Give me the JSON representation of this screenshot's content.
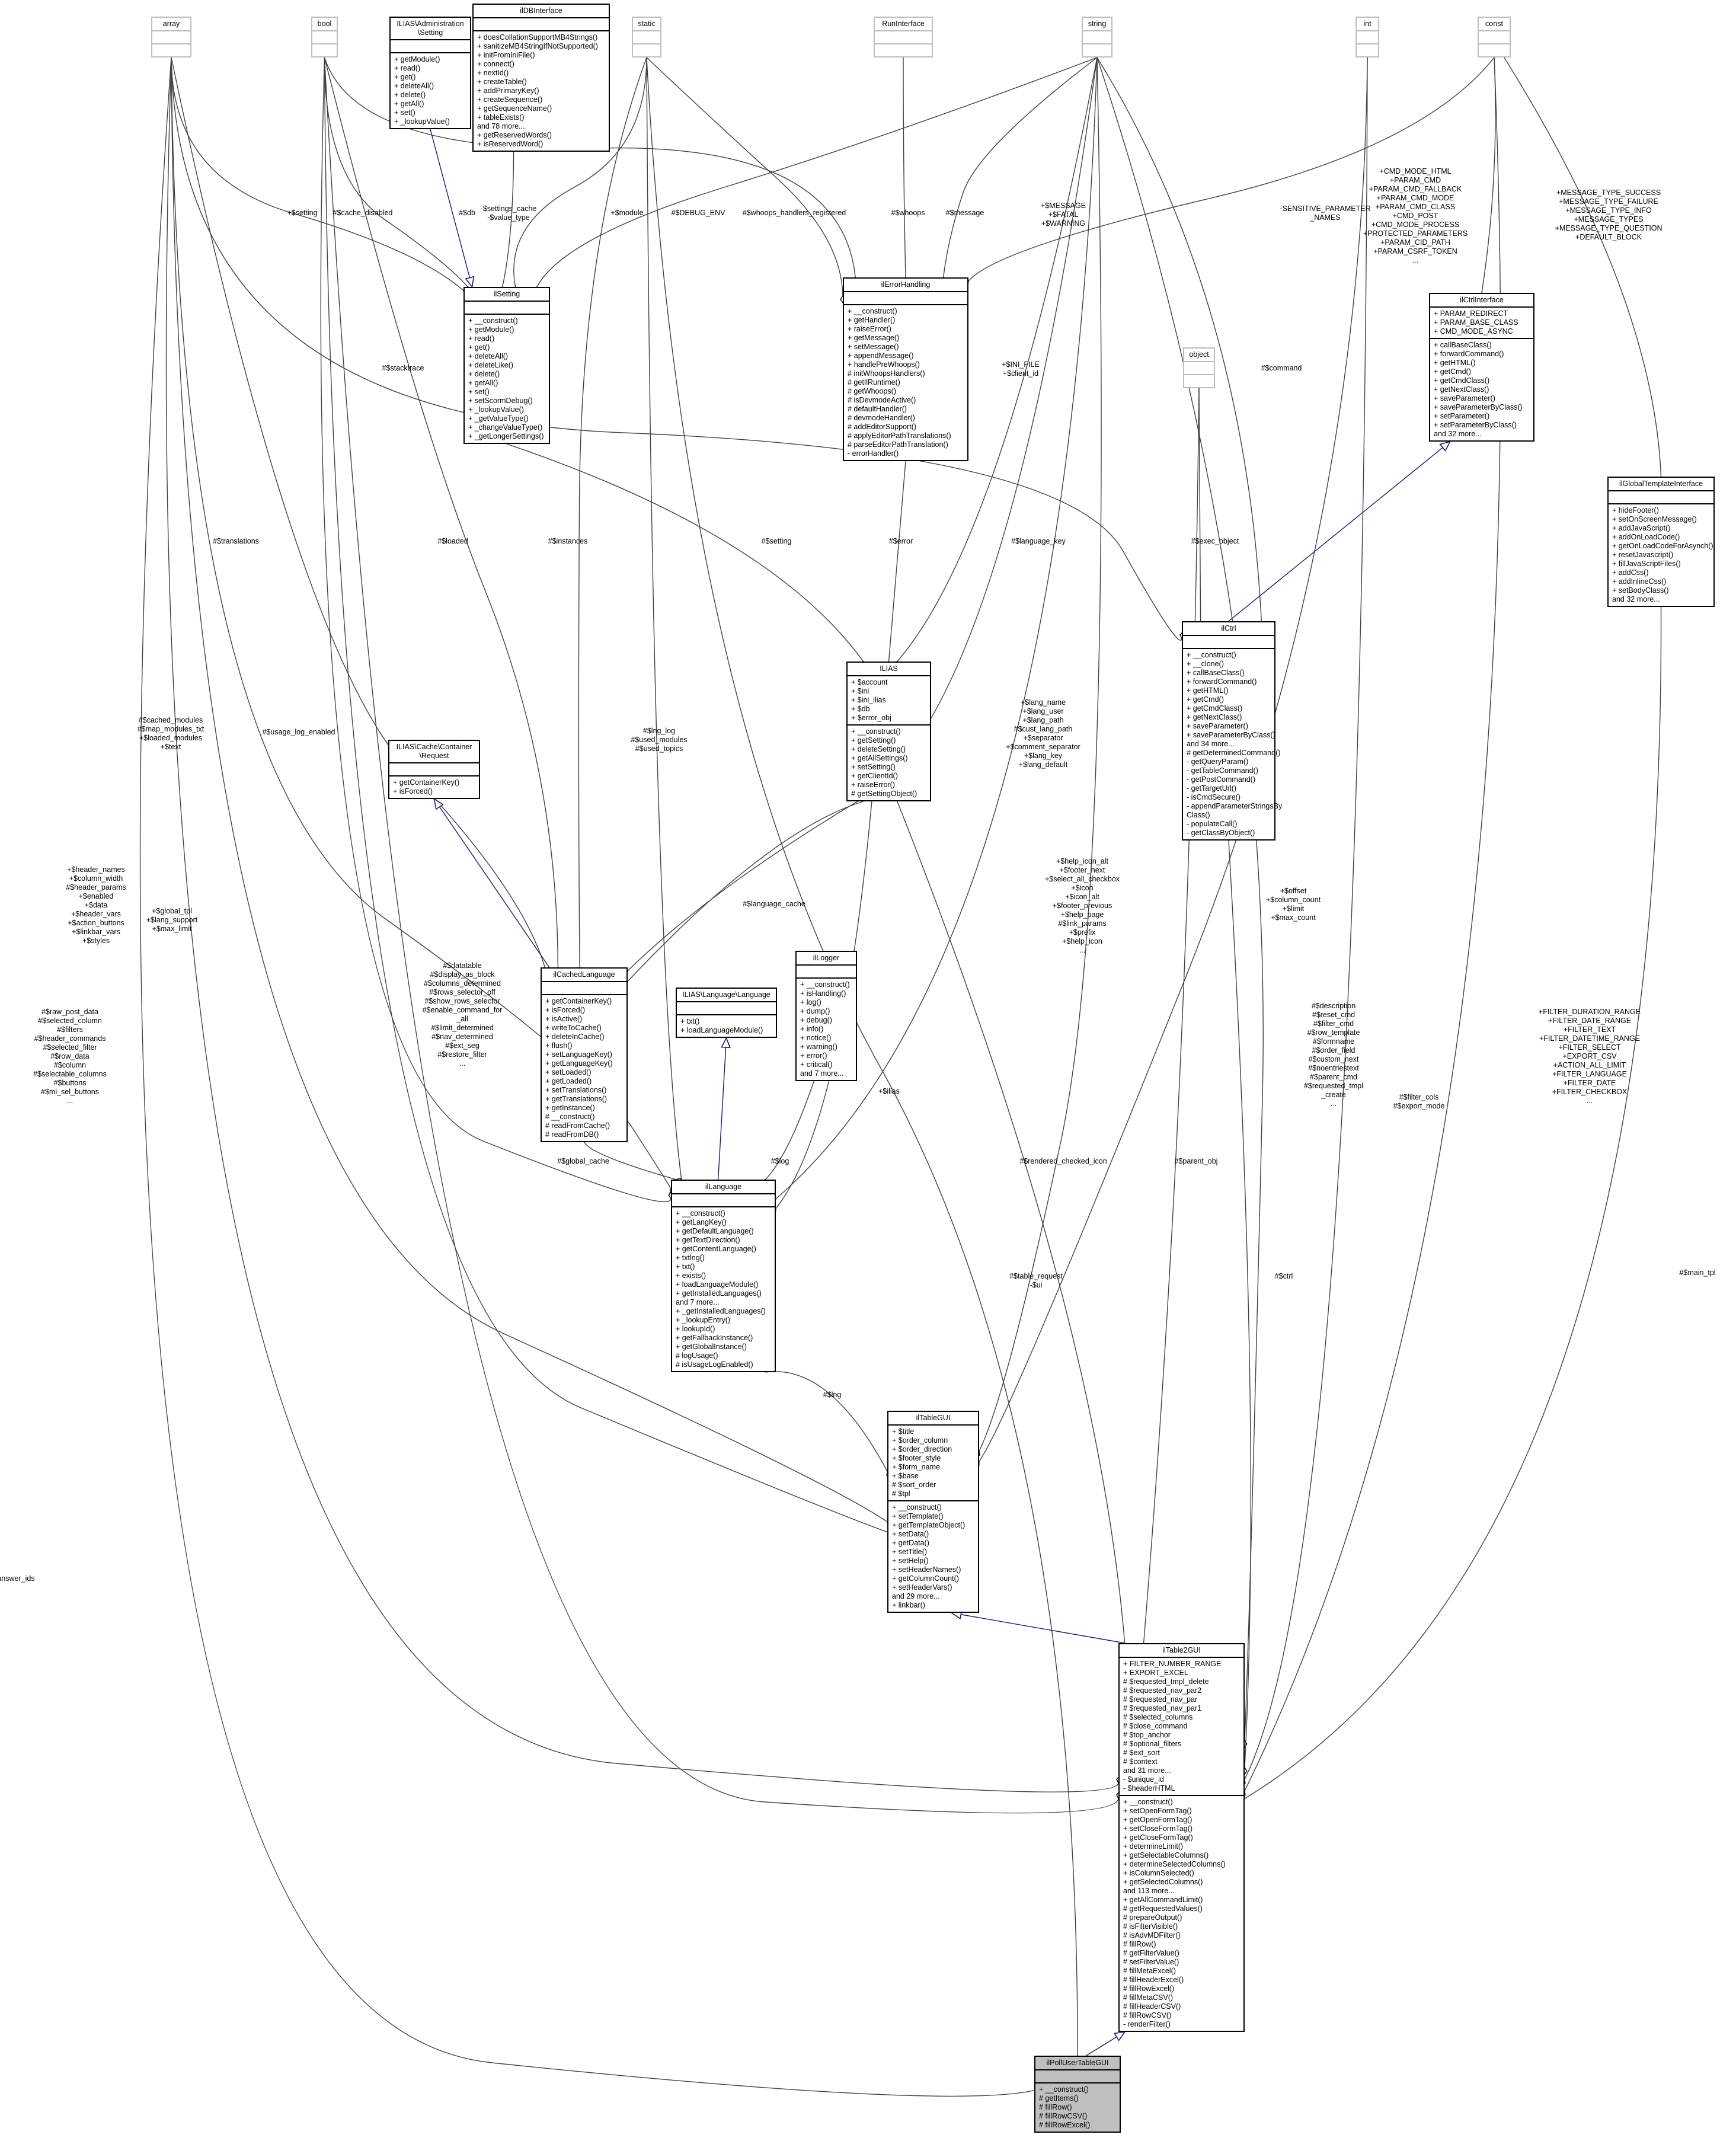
{
  "nodes": [
    {
      "id": "array",
      "title": "array",
      "placeholder": true,
      "attributes": [],
      "methods": []
    },
    {
      "id": "bool",
      "title": "bool",
      "placeholder": true,
      "attributes": [],
      "methods": []
    },
    {
      "id": "setting_if",
      "title": "ILIAS\\Administration\n\\Setting",
      "attributes": [],
      "methods": [
        "+ getModule()",
        "+ read()",
        "+ get()",
        "+ deleteAll()",
        "+ delete()",
        "+ getAll()",
        "+ set()",
        "+ _lookupValue()"
      ]
    },
    {
      "id": "dbif",
      "title": "ilDBInterface",
      "attributes": [],
      "methods": [
        "+ doesCollationSupportMB4Strings()",
        "+ sanitizeMB4StringIfNotSupported()",
        "+ initFromIniFile()",
        "+ connect()",
        "+ nextId()",
        "+ createTable()",
        "+ addPrimaryKey()",
        "+ createSequence()",
        "+ getSequenceName()",
        "+ tableExists()",
        "and 78 more...",
        "+ getReservedWords()",
        "+ isReservedWord()"
      ]
    },
    {
      "id": "static",
      "title": "static",
      "placeholder": true,
      "attributes": [],
      "methods": []
    },
    {
      "id": "runif",
      "title": "RunInterface",
      "placeholder": true,
      "attributes": [],
      "methods": []
    },
    {
      "id": "string",
      "title": "string",
      "placeholder": true,
      "attributes": [],
      "methods": []
    },
    {
      "id": "int",
      "title": "int",
      "placeholder": true,
      "attributes": [],
      "methods": []
    },
    {
      "id": "const",
      "title": "const",
      "placeholder": true,
      "attributes": [],
      "methods": []
    },
    {
      "id": "ilSetting",
      "title": "ilSetting",
      "attributes": [],
      "methods": [
        "+ __construct()",
        "+ getModule()",
        "+ read()",
        "+ get()",
        "+ deleteAll()",
        "+ deleteLike()",
        "+ delete()",
        "+ getAll()",
        "+ set()",
        "+ setScormDebug()",
        "+ _lookupValue()",
        "+ _getValueType()",
        "+ _changeValueType()",
        "+ _getLongerSettings()"
      ]
    },
    {
      "id": "ilErrorHandling",
      "title": "ilErrorHandling",
      "attributes": [],
      "methods": [
        "+ __construct()",
        "+ getHandler()",
        "+ raiseError()",
        "+ getMessage()",
        "+ setMessage()",
        "+ appendMessage()",
        "+ handlePreWhoops()",
        "# initWhoopsHandlers()",
        "# getIlRuntime()",
        "# getWhoops()",
        "# isDevmodeActive()",
        "# defaultHandler()",
        "# devmodeHandler()",
        "# addEditorSupport()",
        "# applyEditorPathTranslations()",
        "# parseEditorPathTranslation()",
        "- errorHandler()"
      ]
    },
    {
      "id": "ilCtrlInterface",
      "title": "ilCtrlInterface",
      "attributes": [
        "+ PARAM_REDIRECT",
        "+ PARAM_BASE_CLASS",
        "+ CMD_MODE_ASYNC"
      ],
      "methods": [
        "+ callBaseClass()",
        "+ forwardCommand()",
        "+ getHTML()",
        "+ getCmd()",
        "+ getCmdClass()",
        "+ getNextClass()",
        "+ saveParameter()",
        "+ saveParameterByClass()",
        "+ setParameter()",
        "+ setParameterByClass()",
        "and 32 more..."
      ]
    },
    {
      "id": "object",
      "title": "object",
      "placeholder": true,
      "attributes": [],
      "methods": []
    },
    {
      "id": "ilGlobalTemplateInterface",
      "title": "ilGlobalTemplateInterface",
      "attributes": [],
      "methods": [
        "+ hideFooter()",
        "+ setOnScreenMessage()",
        "+ addJavaScript()",
        "+ addOnLoadCode()",
        "+ getOnLoadCodeForAsynch()",
        "+ resetJavascript()",
        "+ fillJavaScriptFiles()",
        "+ addCss()",
        "+ addInlineCss()",
        "+ setBodyClass()",
        "and 32 more..."
      ]
    },
    {
      "id": "ilCtrl",
      "title": "ilCtrl",
      "attributes": [],
      "methods": [
        "+ __construct()",
        "+ __clone()",
        "+ callBaseClass()",
        "+ forwardCommand()",
        "+ getHTML()",
        "+ getCmd()",
        "+ getCmdClass()",
        "+ getNextClass()",
        "+ saveParameter()",
        "+ saveParameterByClass()",
        "and 34 more...",
        "# getDeterminedCommand()",
        "- getQueryParam()",
        "- getTableCommand()",
        "- getPostCommand()",
        "- getTargetUrl()",
        "- isCmdSecure()",
        "- appendParameterStringsBy\nClass()",
        "- populateCall()",
        "- getClassByObject()"
      ]
    },
    {
      "id": "ILIAS",
      "title": "ILIAS",
      "attributes": [
        "+ $account",
        "+ $ini",
        "+ $ini_ilias",
        "+ $db",
        "+ $error_obj"
      ],
      "methods": [
        "+ __construct()",
        "+ getSetting()",
        "+ deleteSetting()",
        "+ getAllSettings()",
        "+ setSetting()",
        "+ getClientId()",
        "+ raiseError()",
        "# getSettingObject()"
      ]
    },
    {
      "id": "cacheRequest",
      "title": "ILIAS\\Cache\\Container\n\\Request",
      "attributes": [],
      "methods": [
        "+ getContainerKey()",
        "+ isForced()"
      ]
    },
    {
      "id": "ilCachedLanguage",
      "title": "ilCachedLanguage",
      "attributes": [],
      "methods": [
        "+ getContainerKey()",
        "+ isForced()",
        "+ isActive()",
        "+ writeToCache()",
        "+ deleteInCache()",
        "+ flush()",
        "+ setLanguageKey()",
        "+ getLanguageKey()",
        "+ setLoaded()",
        "+ getLoaded()",
        "+ setTranslations()",
        "+ getTranslations()",
        "+ getInstance()",
        "# __construct()",
        "# readFromCache()",
        "# readFromDB()"
      ]
    },
    {
      "id": "langLanguage",
      "title": "ILIAS\\Language\\Language",
      "attributes": [],
      "methods": [
        "+ txt()",
        "+ loadLanguageModule()"
      ]
    },
    {
      "id": "ilLogger",
      "title": "ilLogger",
      "attributes": [],
      "methods": [
        "+ __construct()",
        "+ isHandling()",
        "+ log()",
        "+ dump()",
        "+ debug()",
        "+ info()",
        "+ notice()",
        "+ warning()",
        "+ error()",
        "+ critical()",
        "and 7 more..."
      ]
    },
    {
      "id": "ilLanguage",
      "title": "ilLanguage",
      "attributes": [],
      "methods": [
        "+ __construct()",
        "+ getLangKey()",
        "+ getDefaultLanguage()",
        "+ getTextDirection()",
        "+ getContentLanguage()",
        "+ txtlng()",
        "+ txt()",
        "+ exists()",
        "+ loadLanguageModule()",
        "+ getInstalledLanguages()",
        "and 7 more...",
        "+ _getInstalledLanguages()",
        "+ _lookupEntry()",
        "+ lookupId()",
        "+ getFallbackInstance()",
        "+ getGlobalInstance()",
        "# logUsage()",
        "# isUsageLogEnabled()"
      ]
    },
    {
      "id": "ilTableGUI",
      "title": "ilTableGUI",
      "attributes": [
        "+ $title",
        "+ $order_column",
        "+ $order_direction",
        "+ $footer_style",
        "+ $form_name",
        "+ $base",
        "# $sort_order",
        "# $tpl"
      ],
      "methods": [
        "+ __construct()",
        "+ setTemplate()",
        "+ getTemplateObject()",
        "+ setData()",
        "+ getData()",
        "+ setTitle()",
        "+ setHelp()",
        "+ setHeaderNames()",
        "+ getColumnCount()",
        "+ setHeaderVars()",
        "and 29 more...",
        "+ linkbar()"
      ]
    },
    {
      "id": "ilTable2GUI",
      "title": "ilTable2GUI",
      "attributes": [
        "+ FILTER_NUMBER_RANGE",
        "+ EXPORT_EXCEL",
        "# $requested_tmpl_delete",
        "# $requested_nav_par2",
        "# $requested_nav_par",
        "# $requested_nav_par1",
        "# $selected_columns",
        "# $close_command",
        "# $top_anchor",
        "# $optional_filters",
        "# $ext_sort",
        "# $context",
        "and 31 more...",
        "- $unique_id",
        "- $headerHTML"
      ],
      "methods": [
        "+ __construct()",
        "+ setOpenFormTag()",
        "+ getOpenFormTag()",
        "+ setCloseFormTag()",
        "+ getCloseFormTag()",
        "+ determineLimit()",
        "+ getSelectableColumns()",
        "+ determineSelectedColumns()",
        "+ isColumnSelected()",
        "+ getSelectedColumns()",
        "and 113 more...",
        "+ getAllCommandLimit()",
        "# getRequestedValues()",
        "# prepareOutput()",
        "# isFilterVisible()",
        "# isAdvMDFilter()",
        "# fillRow()",
        "# getFilterValue()",
        "# setFilterValue()",
        "# fillMetaExcel()",
        "# fillHeaderExcel()",
        "# fillRowExcel()",
        "# fillMetaCSV()",
        "# fillHeaderCSV()",
        "# fillRowCSV()",
        "- renderFilter()"
      ]
    },
    {
      "id": "ilPollUserTableGUI",
      "title": "ilPollUserTableGUI",
      "highlight": true,
      "attributes": [],
      "methods": [
        "+ __construct()",
        "# getItems()",
        "# fillRow()",
        "# fillRowCSV()",
        "# fillRowExcel()"
      ]
    }
  ],
  "edge_labels": [
    {
      "id": "e_setting",
      "text": "+$setting"
    },
    {
      "id": "e_cache_disabled",
      "text": "#$cache_disabled"
    },
    {
      "id": "e_db",
      "text": "#$db"
    },
    {
      "id": "e_settings_cache",
      "text": "-$settings_cache\n-$value_type"
    },
    {
      "id": "e_module",
      "text": "+$module"
    },
    {
      "id": "e_debug_env",
      "text": "#$DEBUG_ENV"
    },
    {
      "id": "e_whoops_reg",
      "text": "#$whoops_handlers_registered"
    },
    {
      "id": "e_whoops",
      "text": "#$whoops"
    },
    {
      "id": "e_message",
      "text": "#$message"
    },
    {
      "id": "e_msg_fatal",
      "text": "+$MESSAGE\n+$FATAL\n+$WARNING"
    },
    {
      "id": "e_sensitive",
      "text": "-SENSITIVE_PARAMETER\n_NAMES"
    },
    {
      "id": "e_cmd_consts",
      "text": "+CMD_MODE_HTML\n+PARAM_CMD\n+PARAM_CMD_FALLBACK\n+PARAM_CMD_MODE\n+PARAM_CMD_CLASS\n+CMD_POST\n+CMD_MODE_PROCESS\n+PROTECTED_PARAMETERS\n+PARAM_CID_PATH\n+PARAM_CSRF_TOKEN\n..."
    },
    {
      "id": "e_msg_types",
      "text": "+MESSAGE_TYPE_SUCCESS\n+MESSAGE_TYPE_FAILURE\n+MESSAGE_TYPE_INFO\n+MESSAGE_TYPES\n+MESSAGE_TYPE_QUESTION\n+DEFAULT_BLOCK"
    },
    {
      "id": "e_stacktrace",
      "text": "#$stacktrace"
    },
    {
      "id": "e_ini_file",
      "text": "+$INI_FILE\n+$client_id"
    },
    {
      "id": "e_command",
      "text": "#$command"
    },
    {
      "id": "e_translations",
      "text": "#$translations"
    },
    {
      "id": "e_loaded",
      "text": "#$loaded"
    },
    {
      "id": "e_instances",
      "text": "#$instances"
    },
    {
      "id": "e_setting2",
      "text": "#$setting"
    },
    {
      "id": "e_error",
      "text": "#$error"
    },
    {
      "id": "e_language_key",
      "text": "#$language_key"
    },
    {
      "id": "e_exec_object",
      "text": "#$exec_object"
    },
    {
      "id": "e_cached_modules",
      "text": "#$cached_modules\n#$map_modules_txt\n+$loaded_modules\n+$text"
    },
    {
      "id": "e_usage_log",
      "text": "#$usage_log_enabled"
    },
    {
      "id": "e_lng_log",
      "text": "#$lng_log\n#$used_modules\n#$used_topics"
    },
    {
      "id": "e_lang_name",
      "text": "+$lang_name\n+$lang_user\n+$lang_path\n#$cust_lang_path\n+$separator\n+$comment_separator\n+$lang_key\n+$lang_default"
    },
    {
      "id": "e_language_cache",
      "text": "#$language_cache"
    },
    {
      "id": "e_help_icon",
      "text": "+$help_icon_alt\n+$footer_next\n+$select_all_checkbox\n+$icon\n+$icon_alt\n+$footer_previous\n+$help_page\n#$link_params\n+$prefix\n+$help_icon\n..."
    },
    {
      "id": "e_offset",
      "text": "+$offset\n+$column_count\n+$limit\n+$max_count"
    },
    {
      "id": "e_header_names",
      "text": "+$header_names\n+$column_width\n#$header_params\n+$enabled\n+$data\n+$header_vars\n+$action_buttons\n+$linkbar_vars\n+$styles"
    },
    {
      "id": "e_global_tpl",
      "text": "+$global_tpl\n+$lang_support\n+$max_limit"
    },
    {
      "id": "e_datatable",
      "text": "#$datatable\n#$display_as_block\n#$columns_determined\n#$rows_selector_off\n#$show_rows_selector\n#$enable_command_for\n_all\n#$limit_determined\n#$nav_determined\n#$ext_seg\n#$restore_filter\n..."
    },
    {
      "id": "e_ilias",
      "text": "+$ilias"
    },
    {
      "id": "e_raw_post",
      "text": "#$raw_post_data\n#$selected_column\n#$filters\n#$header_commands\n#$selected_filter\n#$row_data\n#$column\n#$selectable_columns\n#$buttons\n#$mi_sel_buttons\n..."
    },
    {
      "id": "e_description",
      "text": "#$description\n#$reset_cmd\n#$filter_cmd\n#$row_template\n#$formname\n#$order_field\n#$custom_next\n#$noentriestext\n#$parent_cmd\n#$requested_tmpl\n_create\n..."
    },
    {
      "id": "e_filter_cols",
      "text": "#$filter_cols\n#$export_mode"
    },
    {
      "id": "e_filter_consts",
      "text": "+FILTER_DURATION_RANGE\n+FILTER_DATE_RANGE\n+FILTER_TEXT\n+FILTER_DATETIME_RANGE\n+FILTER_SELECT\n+EXPORT_CSV\n+ACTION_ALL_LIMIT\n+FILTER_LANGUAGE\n+FILTER_DATE\n+FILTER_CHECKBOX\n..."
    },
    {
      "id": "e_global_cache",
      "text": "#$global_cache"
    },
    {
      "id": "e_log",
      "text": "#$log"
    },
    {
      "id": "e_lng",
      "text": "#$lng"
    },
    {
      "id": "e_rendered_checked",
      "text": "#$rendered_checked_icon"
    },
    {
      "id": "e_parent_obj",
      "text": "#$parent_obj"
    },
    {
      "id": "e_ctrl",
      "text": "#$ctrl"
    },
    {
      "id": "e_main_tpl",
      "text": "#$main_tpl"
    },
    {
      "id": "e_table_request",
      "text": "#$table_request\n-$ui"
    },
    {
      "id": "e_answer_ids",
      "text": "#$answer_ids"
    }
  ]
}
